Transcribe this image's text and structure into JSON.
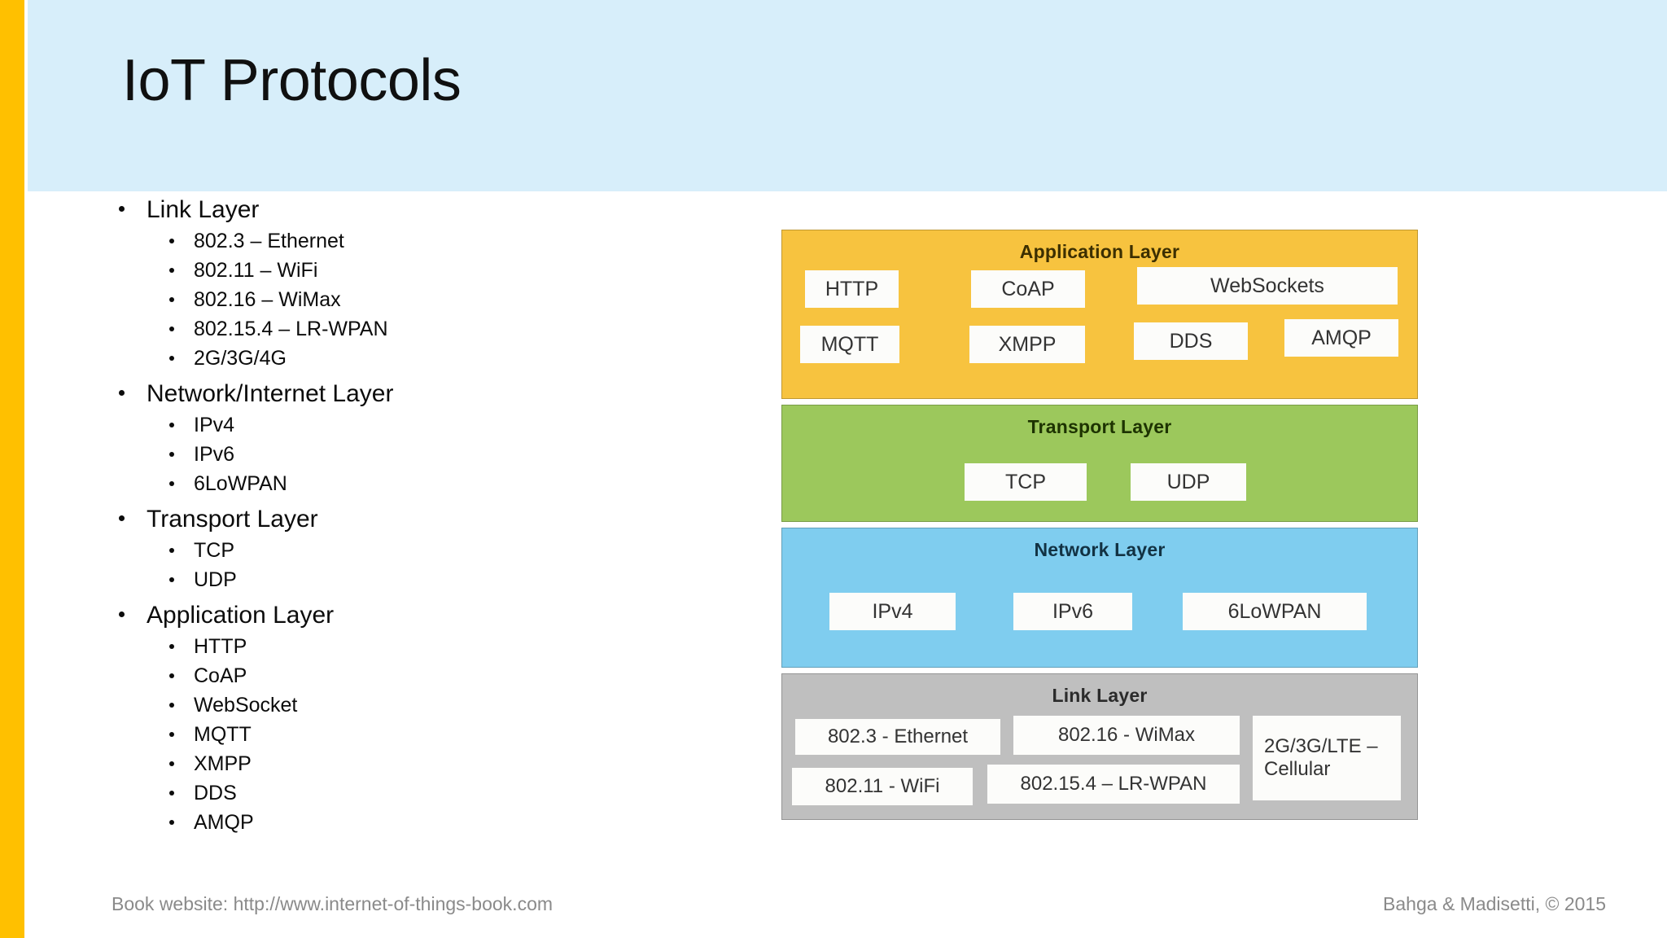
{
  "slide": {
    "title": "IoT Protocols",
    "accent_color": "#FFC000",
    "header_color": "#D7EEFA"
  },
  "outline": {
    "groups": [
      {
        "label": "Link Layer",
        "items": [
          "802.3 – Ethernet",
          "802.11 – WiFi",
          "802.16 – WiMax",
          "802.15.4 – LR-WPAN",
          "2G/3G/4G"
        ]
      },
      {
        "label": "Network/Internet Layer",
        "items": [
          "IPv4",
          "IPv6",
          "6LoWPAN"
        ]
      },
      {
        "label": "Transport Layer",
        "items": [
          "TCP",
          "UDP"
        ]
      },
      {
        "label": "Application Layer",
        "items": [
          "HTTP",
          "CoAP",
          "WebSocket",
          "MQTT",
          "XMPP",
          "DDS",
          "AMQP"
        ]
      }
    ]
  },
  "diagram": {
    "layers": [
      {
        "title": "Application Layer",
        "color": "#F7C33F",
        "rows": [
          [
            "HTTP",
            "CoAP",
            "WebSockets"
          ],
          [
            "MQTT",
            "XMPP",
            "DDS",
            "AMQP"
          ]
        ]
      },
      {
        "title": "Transport Layer",
        "color": "#9CC85C",
        "rows": [
          [
            "TCP",
            "UDP"
          ]
        ]
      },
      {
        "title": "Network Layer",
        "color": "#7FCDEF",
        "rows": [
          [
            "IPv4",
            "IPv6",
            "6LoWPAN"
          ]
        ]
      },
      {
        "title": "Link Layer",
        "color": "#BFBFBF",
        "rows": [
          [
            "802.3 - Ethernet",
            "802.16 - WiMax",
            "2G/3G/LTE – Cellular"
          ],
          [
            "802.11 - WiFi",
            "802.15.4 – LR-WPAN"
          ]
        ]
      }
    ]
  },
  "footer": {
    "left": "Book website: http://www.internet-of-things-book.com",
    "right": "Bahga & Madisetti, © 2015"
  }
}
